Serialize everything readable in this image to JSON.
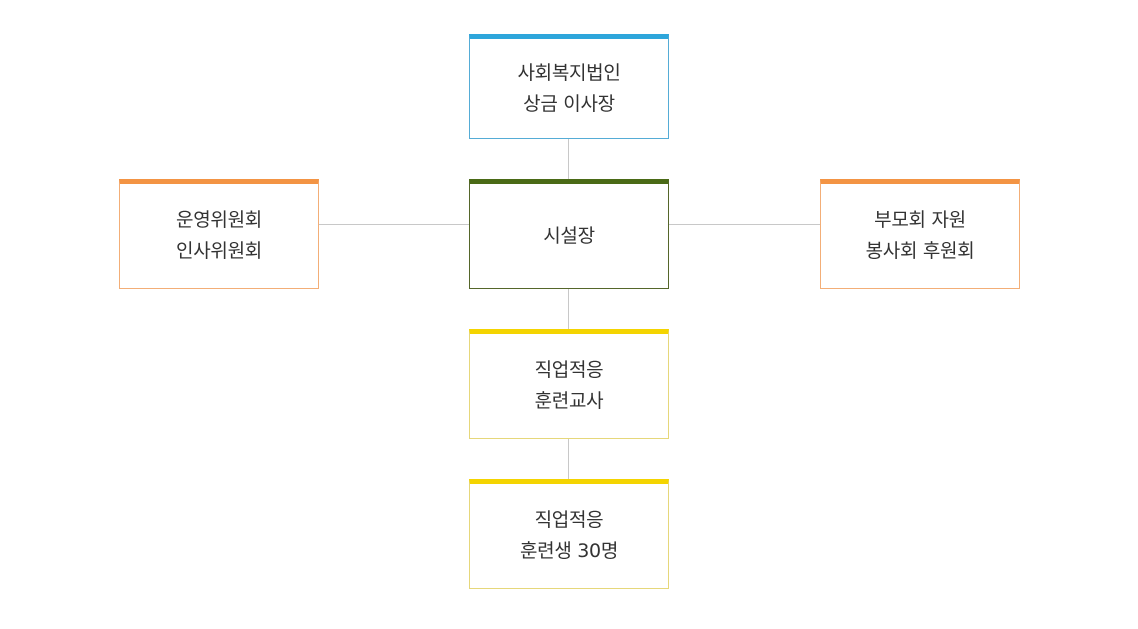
{
  "diagram": {
    "nodes": {
      "chairman": {
        "lines": [
          "사회복지법인",
          "상금 이사장"
        ]
      },
      "director": {
        "lines": [
          "시설장"
        ]
      },
      "committee": {
        "lines": [
          "운영위원회",
          "인사위원회"
        ]
      },
      "parents": {
        "lines": [
          "부모회 자원",
          "봉사회 후원회"
        ]
      },
      "teacher": {
        "lines": [
          "직업적응",
          "훈련교사"
        ]
      },
      "trainees": {
        "lines": [
          "직업적응",
          "훈련생 30명"
        ]
      }
    },
    "colors": {
      "blue_accent": "#2ea6db",
      "green_accent": "#4a6a16",
      "orange_accent": "#f39444",
      "yellow_accent": "#f4d400",
      "connector": "#c8c8c8",
      "text": "#333333"
    }
  }
}
